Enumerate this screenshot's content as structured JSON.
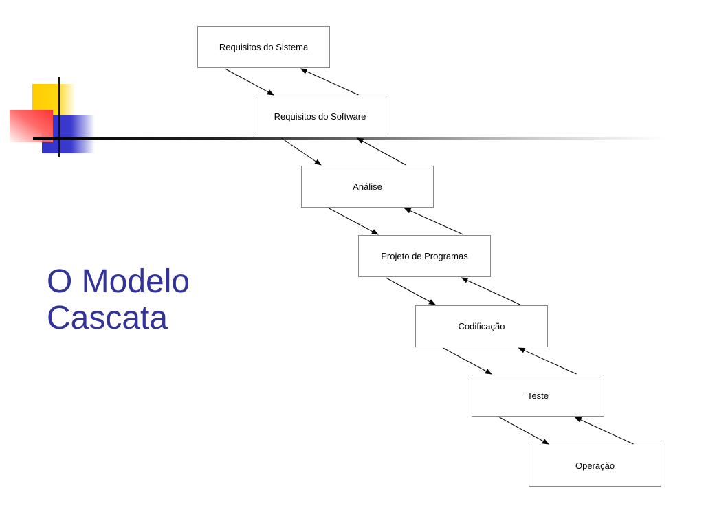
{
  "slide": {
    "title_lines": [
      "O Modelo",
      "Cascata"
    ],
    "colors": {
      "title": "#333399",
      "accent_yellow": "#ffcc00",
      "accent_blue": "#3333cc",
      "accent_red": "#ff3333"
    }
  },
  "diagram": {
    "stages": [
      "Requisitos do Sistema",
      "Requisitos do Software",
      "Análise",
      "Projeto de Programas",
      "Codificação",
      "Teste",
      "Operação"
    ],
    "connections": [
      {
        "from": 0,
        "to": 1,
        "direction": "forward"
      },
      {
        "from": 1,
        "to": 0,
        "direction": "feedback"
      },
      {
        "from": 1,
        "to": 2,
        "direction": "forward"
      },
      {
        "from": 2,
        "to": 1,
        "direction": "feedback"
      },
      {
        "from": 2,
        "to": 3,
        "direction": "forward"
      },
      {
        "from": 3,
        "to": 2,
        "direction": "feedback"
      },
      {
        "from": 3,
        "to": 4,
        "direction": "forward"
      },
      {
        "from": 4,
        "to": 3,
        "direction": "feedback"
      },
      {
        "from": 4,
        "to": 5,
        "direction": "forward"
      },
      {
        "from": 5,
        "to": 4,
        "direction": "feedback"
      },
      {
        "from": 5,
        "to": 6,
        "direction": "forward"
      },
      {
        "from": 6,
        "to": 5,
        "direction": "feedback"
      }
    ]
  }
}
